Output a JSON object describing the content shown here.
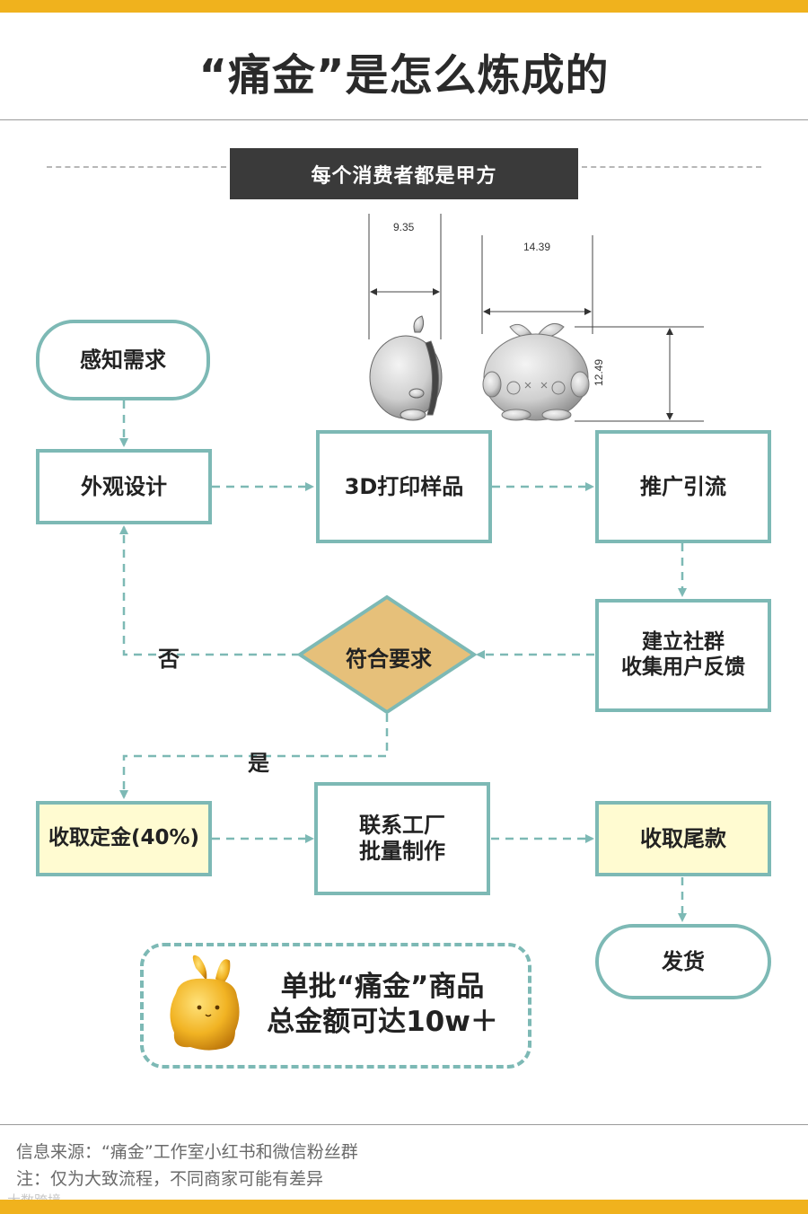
{
  "title": "“痛金”是怎么炼成的",
  "banner": "每个消费者都是甲方",
  "dimensions": {
    "side_width": "9.35",
    "front_width": "14.39",
    "front_height": "12.49"
  },
  "nodes": {
    "perceive": "感知需求",
    "design": "外观设计",
    "print": "3D打印样品",
    "promote": "推广引流",
    "community": "建立社群\n收集用户反馈",
    "decision": "符合要求",
    "deposit": "收取定金(40%)",
    "factory": "联系工厂\n批量制作",
    "balance": "收取尾款",
    "ship": "发货"
  },
  "edge_labels": {
    "no": "否",
    "yes": "是"
  },
  "callout": {
    "line1": "单批“痛金”商品",
    "line2": "总金额可达10w＋"
  },
  "footer": {
    "source": "信息来源：“痛金”工作室小红书和微信粉丝群",
    "note": "注：仅为大致流程，不同商家可能有差异"
  },
  "watermark": "大数跨境",
  "colors": {
    "accent": "#f0b21d",
    "box_border": "#7db9b5",
    "decision_fill": "#e6c07a",
    "highlight_fill": "#fffbd1",
    "banner_bg": "#3a3a3a"
  }
}
